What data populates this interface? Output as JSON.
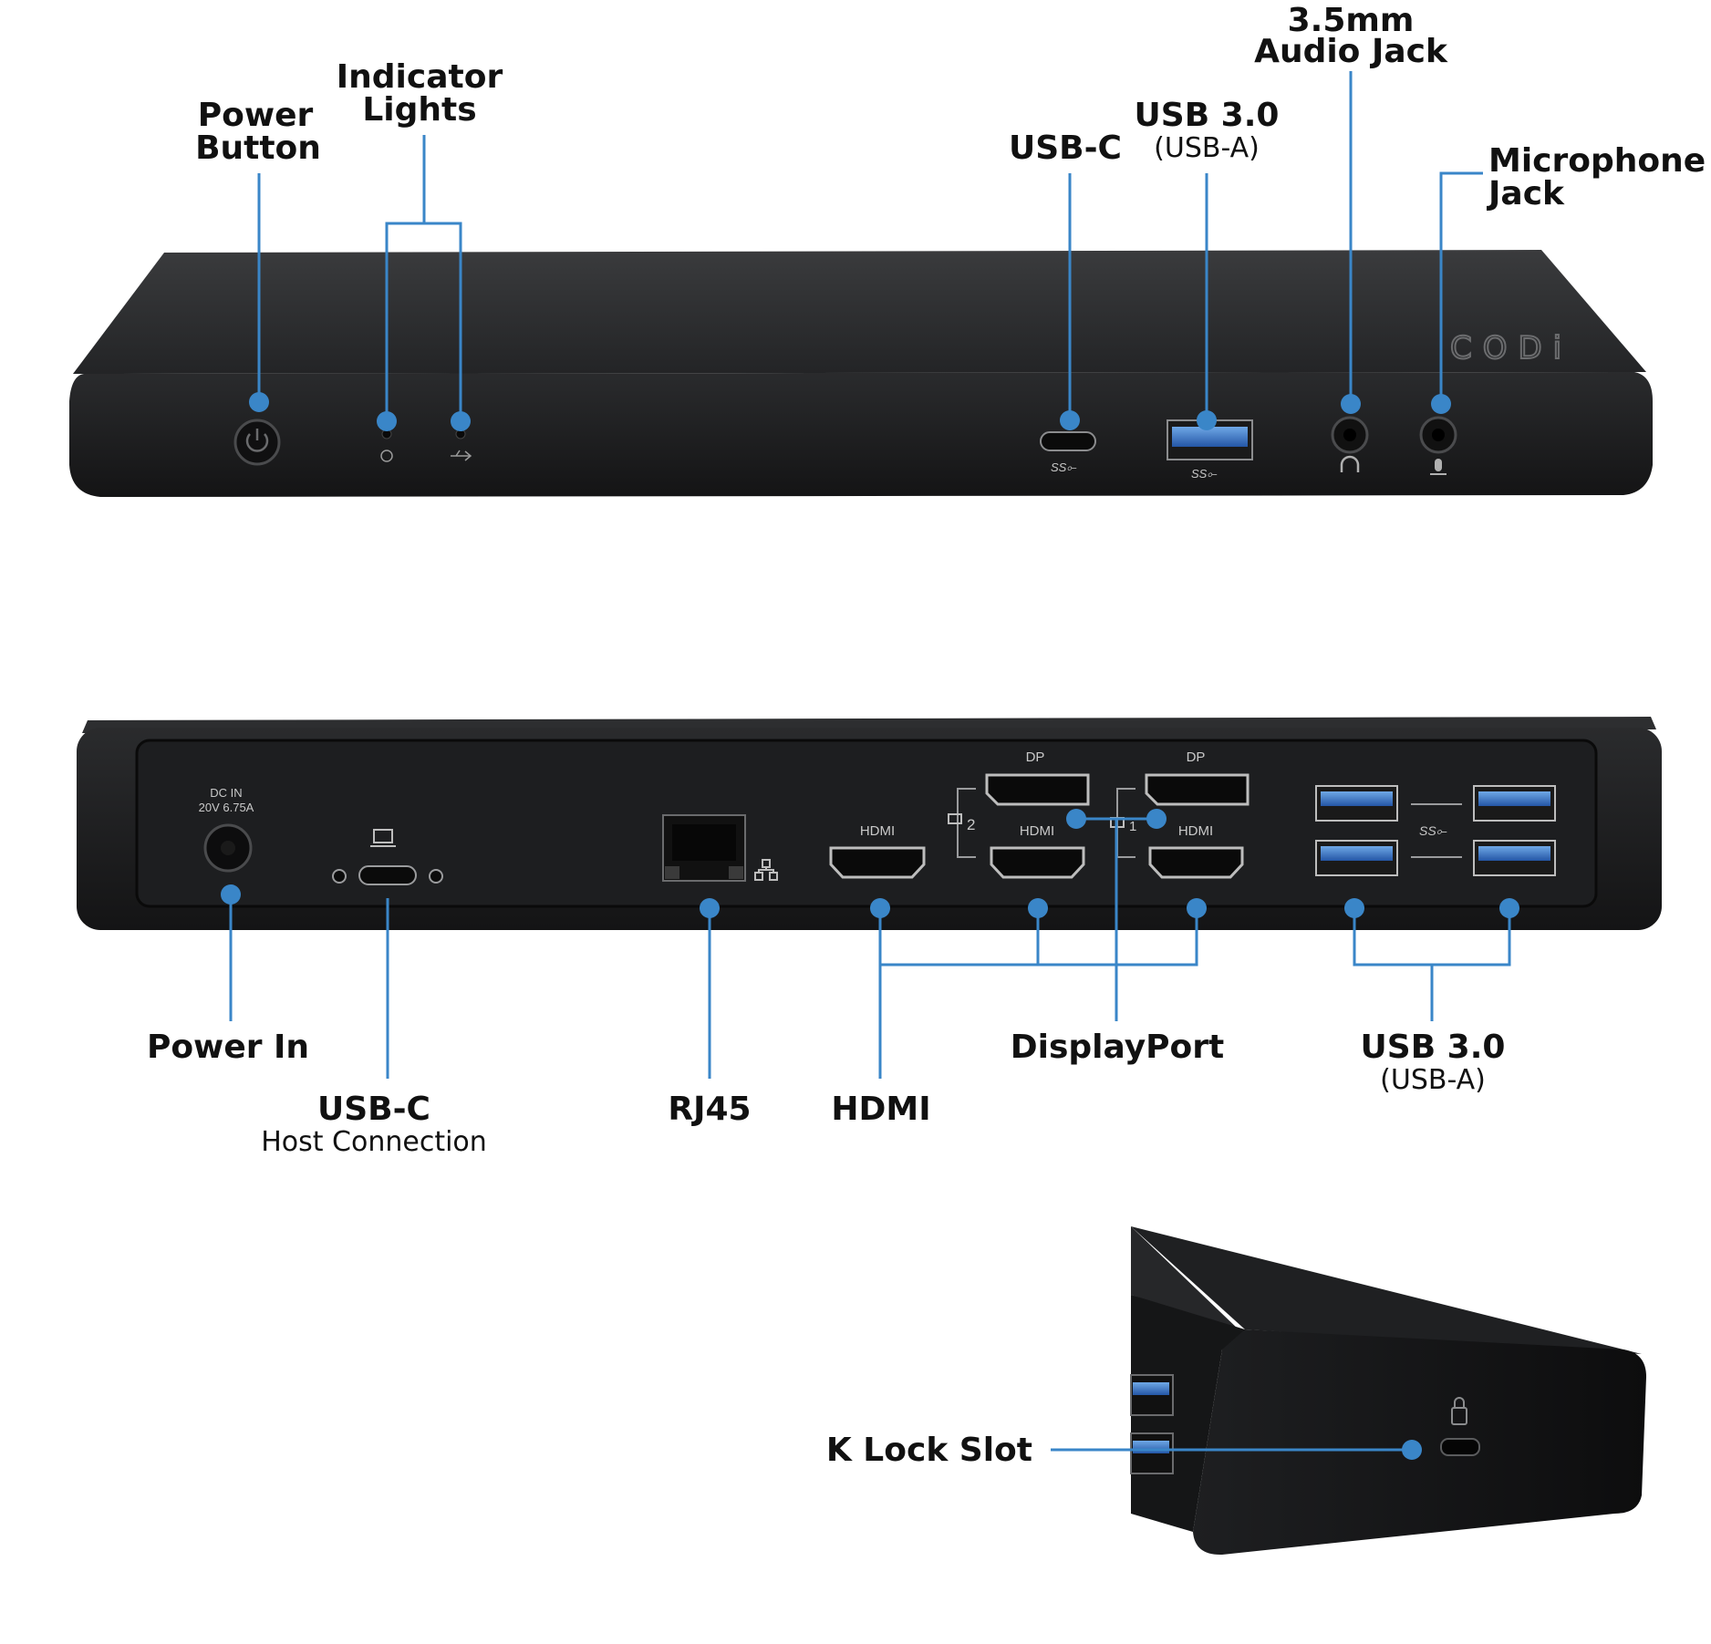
{
  "accent_color": "#3a86c8",
  "brand_mark": "CODi",
  "front": {
    "callouts": {
      "power_button": [
        "Power",
        "Button"
      ],
      "indicator_lights": [
        "Indicator",
        "Lights"
      ],
      "usb_c": "USB-C",
      "usb3": {
        "title": "USB 3.0",
        "sub": "(USB-A)"
      },
      "audio_jack": [
        "3.5mm",
        "Audio Jack"
      ],
      "mic_jack": [
        "Microphone",
        "Jack"
      ]
    }
  },
  "back": {
    "printed": {
      "dc_in": [
        "DC IN",
        "20V 6.75A"
      ],
      "dp": "DP",
      "hdmi": "HDMI",
      "display_2": "2",
      "display_1": "1"
    },
    "callouts": {
      "power_in": "Power In",
      "usb_c_host": {
        "title": "USB-C",
        "sub": "Host Connection"
      },
      "rj45": "RJ45",
      "hdmi": "HDMI",
      "displayport": "DisplayPort",
      "usb3": {
        "title": "USB 3.0",
        "sub": "(USB-A)"
      }
    }
  },
  "side": {
    "callouts": {
      "k_lock": "K Lock Slot"
    }
  }
}
